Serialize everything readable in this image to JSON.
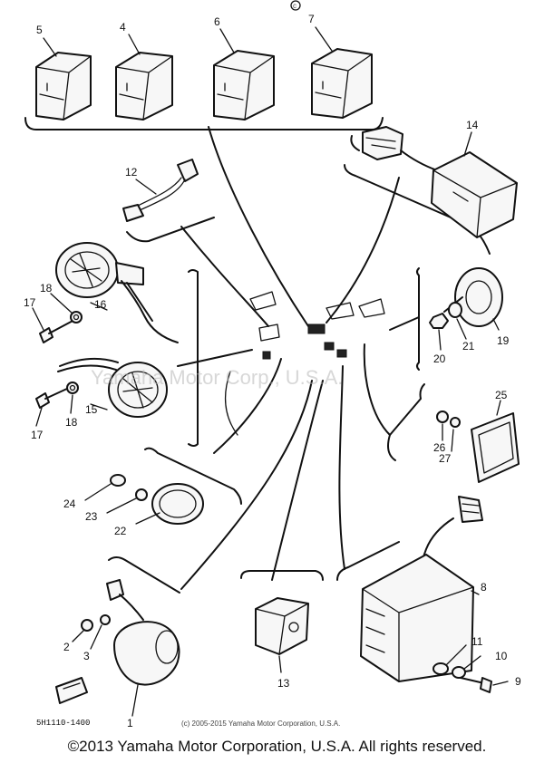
{
  "watermark": "Yamaha Motor Corp., U.S.A.",
  "copyright_inner": "(c) 2005-2015 Yamaha Motor Corporation, U.S.A.",
  "diagram_code": "5H1110-1400",
  "footer": "©2013 Yamaha Motor Corporation, U.S.A. All rights reserved.",
  "callouts": {
    "c5": "5",
    "c4": "4",
    "c6": "6",
    "c7": "7",
    "c14": "14",
    "c12": "12",
    "c18a": "18",
    "c17a": "17",
    "c16": "16",
    "c15": "15",
    "c17b": "17",
    "c18b": "18",
    "c19": "19",
    "c20": "20",
    "c21": "21",
    "c25": "25",
    "c26": "26",
    "c27": "27",
    "c24": "24",
    "c23": "23",
    "c22": "22",
    "c8": "8",
    "c11": "11",
    "c10": "10",
    "c9": "9",
    "c13": "13",
    "c2": "2",
    "c3": "3",
    "c1": "1"
  }
}
